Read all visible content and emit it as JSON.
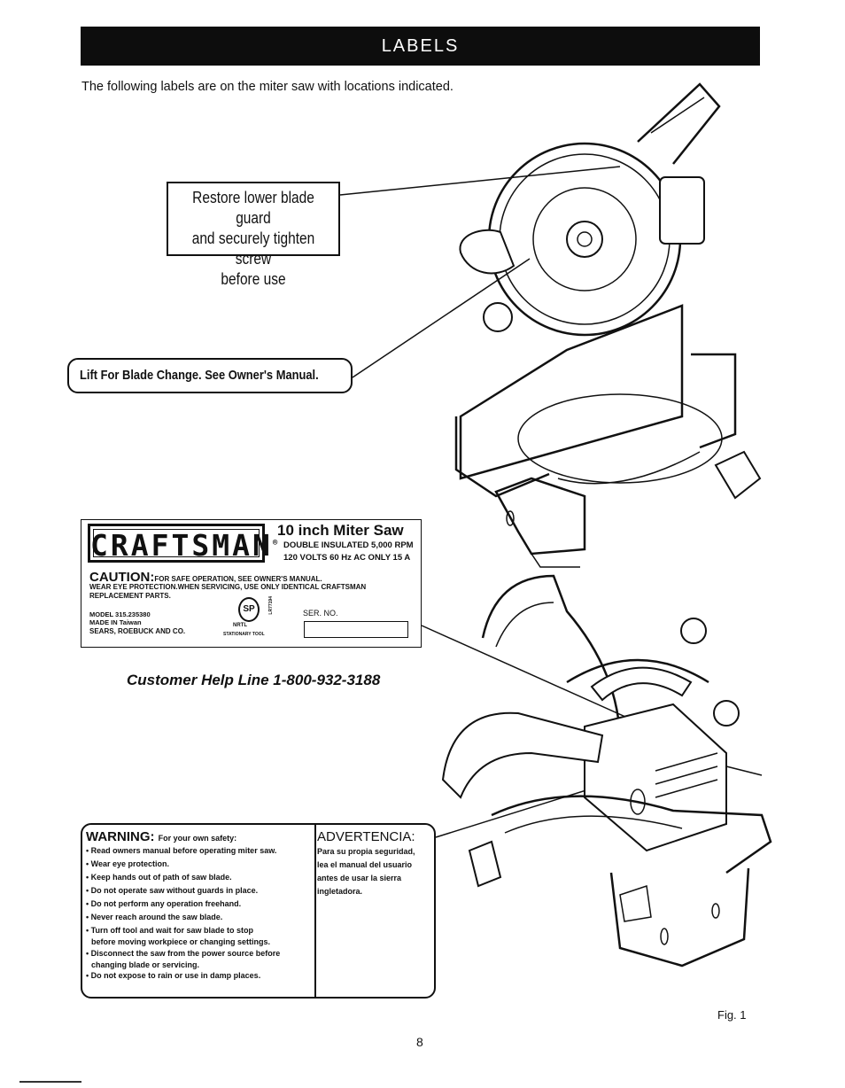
{
  "header": {
    "title": "LABELS"
  },
  "intro": "The following labels are on the miter saw with locations indicated.",
  "labels": {
    "guard": {
      "lines": [
        "Restore lower blade guard",
        "and securely tighten screw",
        "before use"
      ]
    },
    "lift": "Lift For Blade Change. See Owner's Manual."
  },
  "craftsman": {
    "logo": "CRAFTSMAN",
    "logo_mark": "®",
    "product": "10 inch Miter Saw",
    "spec1": "DOUBLE INSULATED 5,000 RPM",
    "spec2": "120 VOLTS 60 Hz AC ONLY 15 A",
    "caution_word": "CAUTION:",
    "caution_line1": "FOR SAFE OPERATION, SEE OWNER'S MANUAL.",
    "caution_line2": "WEAR EYE PROTECTION.WHEN SERVICING, USE ONLY IDENTICAL CRAFTSMAN",
    "caution_line3": "REPLACEMENT PARTS.",
    "model": "MODEL 315.235380",
    "made_in": "MADE IN Taiwan",
    "sears": "SEARS, ROEBUCK AND CO.",
    "cert_mark": "SP",
    "nrtl": "NRTL",
    "stationary": "STATIONARY TOOL",
    "lr_number": "LR77194",
    "ser_no_label": "SER. NO."
  },
  "help_line": "Customer Help Line 1-800-932-3188",
  "warning": {
    "title": "WARNING:",
    "subtitle": "For your own safety:",
    "items": [
      "• Read owners manual before operating miter saw.",
      "• Wear eye protection.",
      "• Keep hands out of path of saw blade.",
      "• Do not operate saw without guards in place.",
      "• Do not perform any operation freehand.",
      "• Never reach around the saw blade.",
      "• Turn off tool and wait for saw blade to stop",
      "before moving workpiece or changing settings.",
      "• Disconnect the saw from the power source before",
      "changing blade or servicing.",
      "• Do not expose to rain or use in damp places."
    ]
  },
  "advertencia": {
    "title": "ADVERTENCIA:",
    "lines": [
      "Para su propia seguridad,",
      "lea el manual del usuario",
      "antes de usar la sierra",
      "ingletadora."
    ]
  },
  "figure_label": "Fig. 1",
  "page_number": "8"
}
